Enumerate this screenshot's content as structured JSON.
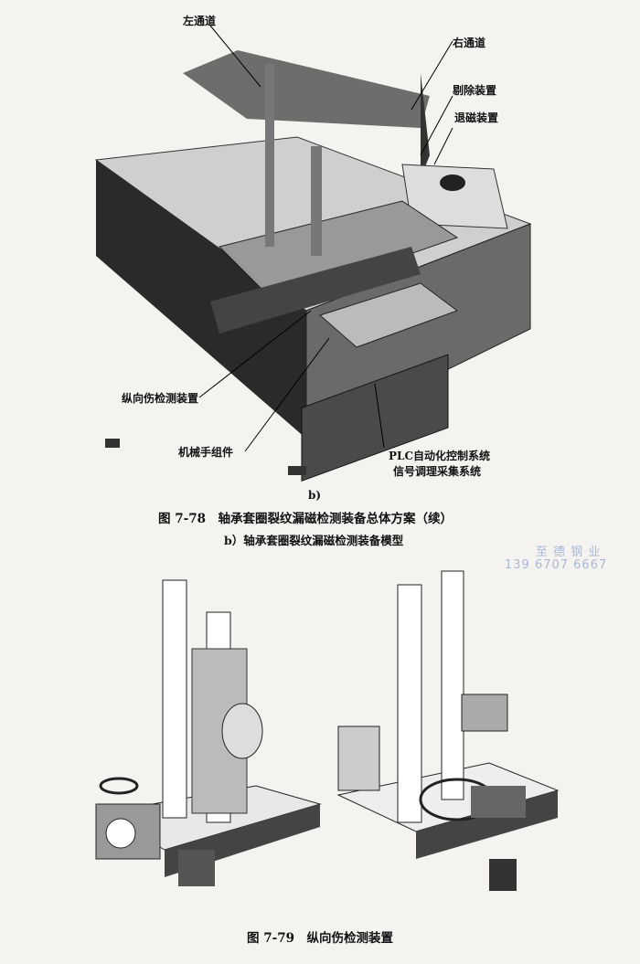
{
  "figure1": {
    "labels": {
      "left_channel": "左通道",
      "right_channel": "右通道",
      "reject_device": "剔除装置",
      "demag_device": "退磁装置",
      "longitudinal_detector": "纵向伤检测装置",
      "manipulator": "机械手组件",
      "plc_system": "PLC自动化控制系统",
      "signal_system": "信号调理采集系统"
    },
    "sub_label": "b)",
    "caption": "图 7-78　轴承套圈裂纹漏磁检测装备总体方案（续）",
    "sub_caption": "b）轴承套圈裂纹漏磁检测装备模型"
  },
  "watermark": {
    "name": "至 德 钢 业",
    "phone": "139 6707 6667"
  },
  "figure2": {
    "caption": "图 7-79　纵向伤检测装置"
  }
}
